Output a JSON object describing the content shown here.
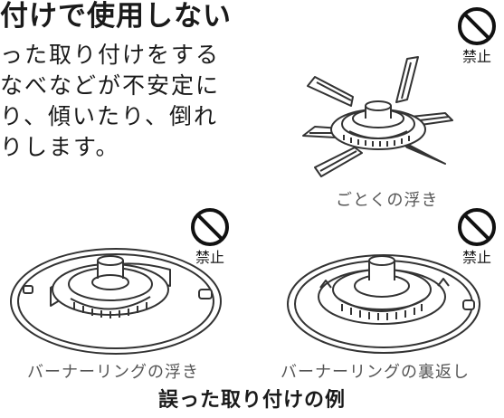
{
  "heading": "付けで使用しない",
  "body_lines": [
    "った取り付けをする",
    "なべなどが不安定に",
    "り、傾いたり、倒れ",
    "りします。"
  ],
  "prohibited_label": "禁止",
  "captions": {
    "grate": "ごとくの浮き",
    "ring_floating": "バーナーリングの浮き",
    "ring_flipped": "バーナーリングの裏返し"
  },
  "footer_title": "誤った取り付けの例",
  "colors": {
    "text": "#1a1a1a",
    "caption": "#555555",
    "line_art": "#333333"
  }
}
